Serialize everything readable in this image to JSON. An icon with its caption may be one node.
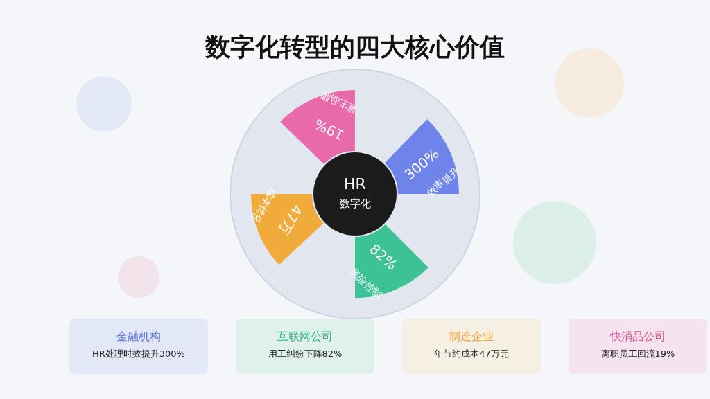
{
  "diagram": {
    "title": "数字化转型的四大核心价值",
    "nodes": [
      {
        "text": [
          "19%",
          "雇主品牌"
        ]
      },
      {
        "text": [
          "300%",
          "效率提升"
        ]
      },
      {
        "text": [
          "HR",
          "数字化"
        ]
      },
      {
        "text": [
          "47万",
          "成本优化"
        ]
      },
      {
        "text": [
          "82%",
          "风险控制"
        ]
      },
      {
        "text": [
          "金融机构",
          "HR处理时效提升300%"
        ]
      },
      {
        "text": [
          "互联网公司",
          "用工纠纷下降82%"
        ]
      },
      {
        "text": [
          "制造企业",
          "年节约成本47万元"
        ]
      },
      {
        "text": [
          "快消品公司",
          "离职员工回流19%"
        ]
      }
    ],
    "edges": []
  }
}
